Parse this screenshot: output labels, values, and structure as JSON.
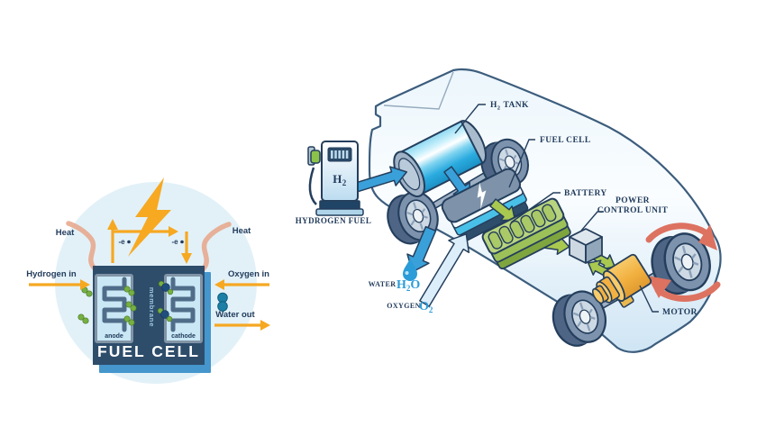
{
  "palette": {
    "navy_outline": "#243e5c",
    "navy_text": "#223c5c",
    "yellow": "#f6a821",
    "circle_bg": "#e2f1f8",
    "cell_box": "#2e4d6b",
    "cell_shadow": "#4596cc",
    "panel_blue": "#c9e7f4",
    "channel_blue": "#4f6d89",
    "hydrogen_green": "#76b043",
    "oxygen_teal": "#1c7fa6",
    "cathode_blue": "#1f4e7e",
    "heat_salmon": "#e8a488",
    "car_fill": "#e8f4fb",
    "wheel_dark": "#4e6585",
    "wheel_light": "#7d93ad",
    "tank_cyan": "#49c0e8",
    "battery_green": "#b9d47e",
    "arrow_green": "#a9c850",
    "motor_yellow": "#f2b141",
    "rotation_red": "#dd7261",
    "arrow_blue": "#3aa0d9",
    "arrow_light": "#dcEEf9",
    "chem_blue": "#2b9cd8"
  },
  "left_diagram": {
    "name": "Fuel cell cross-section diagram",
    "title": "FUEL CELL",
    "labels": {
      "heat": "Heat",
      "hydrogen_in": "Hydrogen in",
      "oxygen_in": "Oxygen in",
      "water_out": "Water out",
      "anode": "anode",
      "cathode": "cathode",
      "membrane": "membrane",
      "electron": "-e"
    }
  },
  "right_diagram": {
    "name": "Hydrogen fuel cell vehicle cutaway diagram",
    "labels": {
      "hydrogen_fuel": "HYDROGEN FUEL",
      "pump_h2": {
        "base": "H",
        "sub": "2"
      },
      "h2_tank": {
        "base": "H",
        "sub": "2",
        "rest": "TANK"
      },
      "fuel_cell": "FUEL CELL",
      "battery": "BATTERY",
      "pcu_line1": "POWER",
      "pcu_line2": "CONTROL UNIT",
      "motor": "MOTOR",
      "water": "WATER",
      "h2o": {
        "base": "H",
        "sub": "2",
        "rest": "O"
      },
      "oxygen": "OXYGEN",
      "o2": {
        "base": "O",
        "sub": "2"
      }
    }
  }
}
